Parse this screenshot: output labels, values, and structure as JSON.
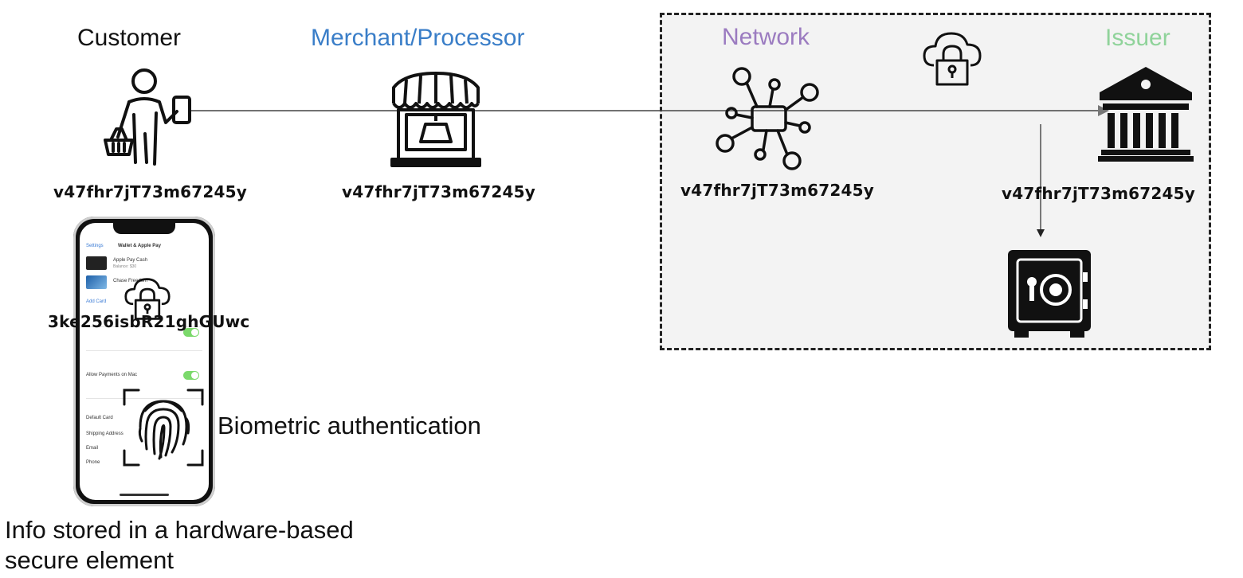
{
  "actors": {
    "customer": {
      "label": "Customer",
      "token": "v47fhr7jT73m67245y",
      "color": "#111111"
    },
    "merchant": {
      "label": "Merchant/Processor",
      "token": "v47fhr7jT73m67245y",
      "color": "#3a7ec8"
    },
    "network": {
      "label": "Network",
      "token": "v47fhr7jT73m67245y",
      "color": "#9b7bc0"
    },
    "issuer": {
      "label": "Issuer",
      "token": "v47fhr7jT73m67245y",
      "color": "#8fd39a"
    }
  },
  "device": {
    "encrypted_token": "3ke256isbR21ghGUwc",
    "biometric_label": "Biometric authentication",
    "storage_note_line1": "Info stored in a hardware-based",
    "storage_note_line2": "secure element",
    "screen": {
      "back": "Settings",
      "title": "Wallet & Apple Pay",
      "card1": "Apple Pay Cash",
      "card1_sub": "Balance: $30",
      "card2": "Chase Freedom",
      "add_card": "Add Card",
      "allow_payments": "Allow Payments on Mac",
      "default_card": "Default Card",
      "shipping": "Shipping Address",
      "email": "Email",
      "phone": "Phone"
    }
  },
  "icons": [
    "person-with-card-icon",
    "storefront-icon",
    "network-hub-icon",
    "cloud-lock-icon",
    "bank-icon",
    "safe-icon",
    "fingerprint-icon"
  ]
}
